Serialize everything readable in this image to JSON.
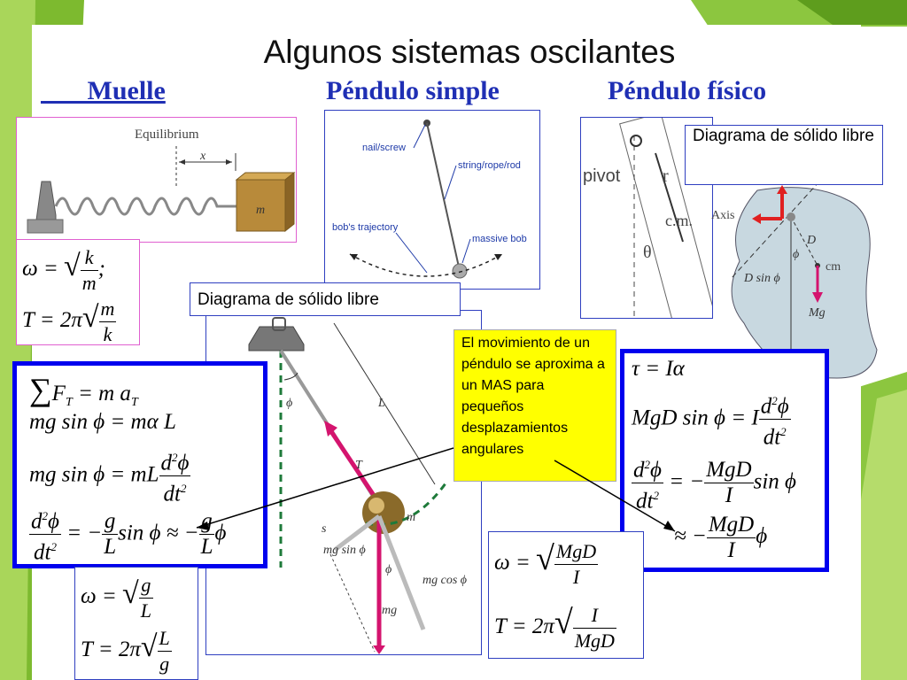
{
  "slide": {
    "title": "Algunos sistemas oscilantes",
    "headings": {
      "muelle": "Muelle",
      "pendulo_simple": "Péndulo simple",
      "pendulo_fisico": "Péndulo físico"
    },
    "captions": {
      "dsl_simple": "Diagrama de sólido libre",
      "dsl_fisico": "Diagrama de sólido libre"
    },
    "note": "El movimiento de un péndulo se aproxima a un MAS para pequeños desplazamientos angulares",
    "spring_figure": {
      "equilibrium": "Equilibrium",
      "x": "x",
      "m": "m"
    },
    "simple_pendulum_figure": {
      "nail": "nail/screw",
      "string": "string/rope/rod",
      "trajectory": "bob's trajectory",
      "bob": "massive bob"
    },
    "physical_pendulum_figure": {
      "pivot": "pivot",
      "r": "r",
      "cm": "c.m.",
      "theta": "θ"
    },
    "rigid_body_figure": {
      "axis": "Axis",
      "D": "D",
      "phi": "ϕ",
      "cm": "cm",
      "dsin": "D sin ϕ",
      "mg": "Mg"
    },
    "fbd_figure": {
      "phi": "ϕ",
      "L": "L",
      "T": "T",
      "m": "m",
      "s": "s",
      "mgsin": "mg sin ϕ",
      "mgcos": "mg cos ϕ",
      "mg": "mg",
      "phi2": "ϕ"
    }
  },
  "colors": {
    "green_dark": "#5f9f1a",
    "green_light": "#9ccc3c",
    "heading_blue": "#1f2fb4",
    "box_blue": "#0000ee",
    "note_yellow": "#ffff00",
    "arrow_magenta": "#d4146e"
  }
}
